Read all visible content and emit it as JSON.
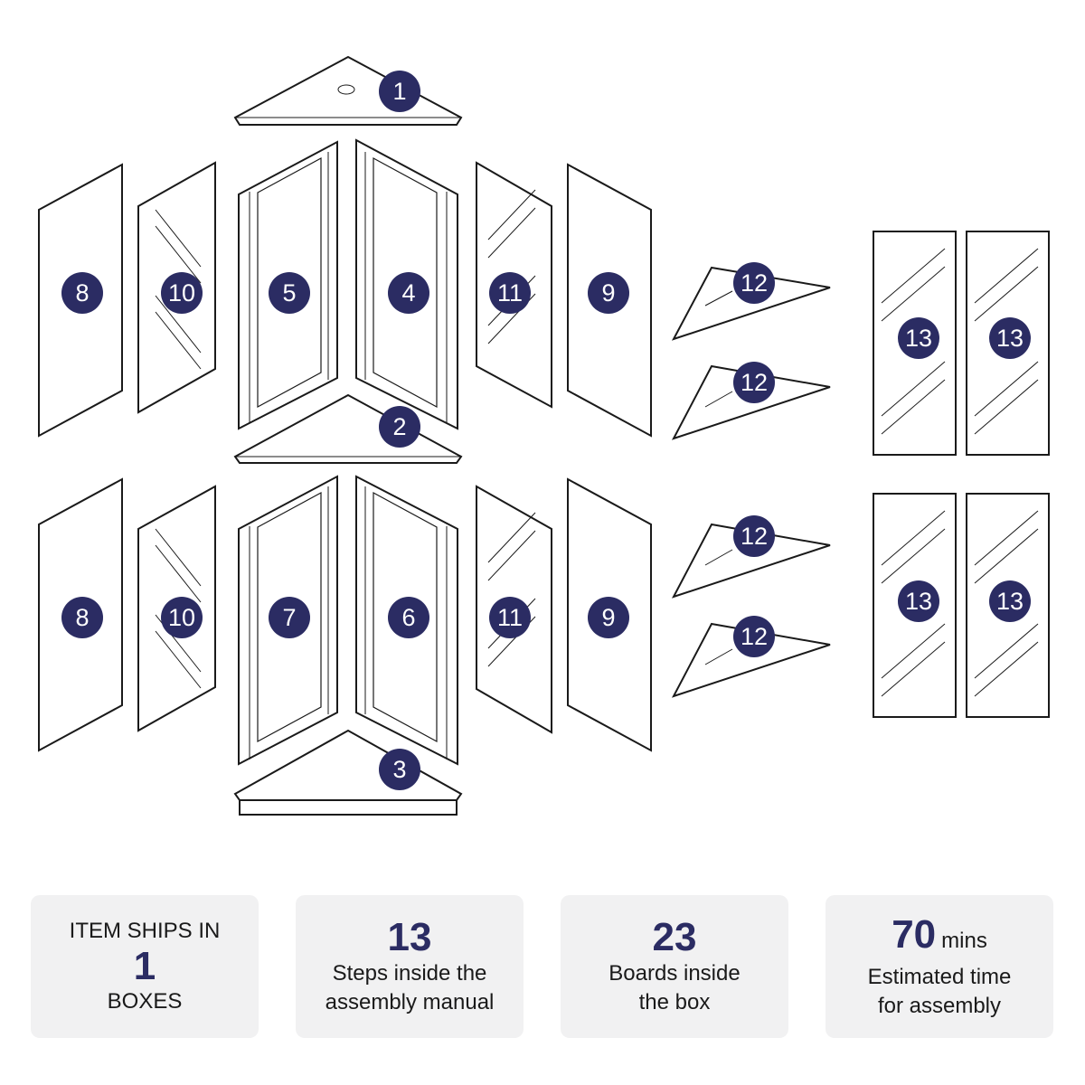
{
  "parts": {
    "labels": {
      "p1": "1",
      "p2": "2",
      "p3": "3",
      "p4": "4",
      "p5": "5",
      "p6": "6",
      "p7": "7",
      "p8": "8",
      "p9": "9",
      "p10": "10",
      "p11": "11",
      "p12": "12",
      "p13": "13"
    }
  },
  "stats": [
    {
      "top": "ITEM SHIPS IN",
      "value": "1",
      "unit": "",
      "line1": "BOXES",
      "line2": ""
    },
    {
      "top": "",
      "value": "13",
      "unit": "",
      "line1": "Steps inside the",
      "line2": "assembly manual"
    },
    {
      "top": "",
      "value": "23",
      "unit": "",
      "line1": "Boards inside",
      "line2": "the box"
    },
    {
      "top": "",
      "value": "70",
      "unit": "mins",
      "line1": "Estimated time",
      "line2": "for assembly"
    }
  ],
  "colors": {
    "badge": "#2b2c63",
    "card_bg": "#f1f1f2"
  }
}
